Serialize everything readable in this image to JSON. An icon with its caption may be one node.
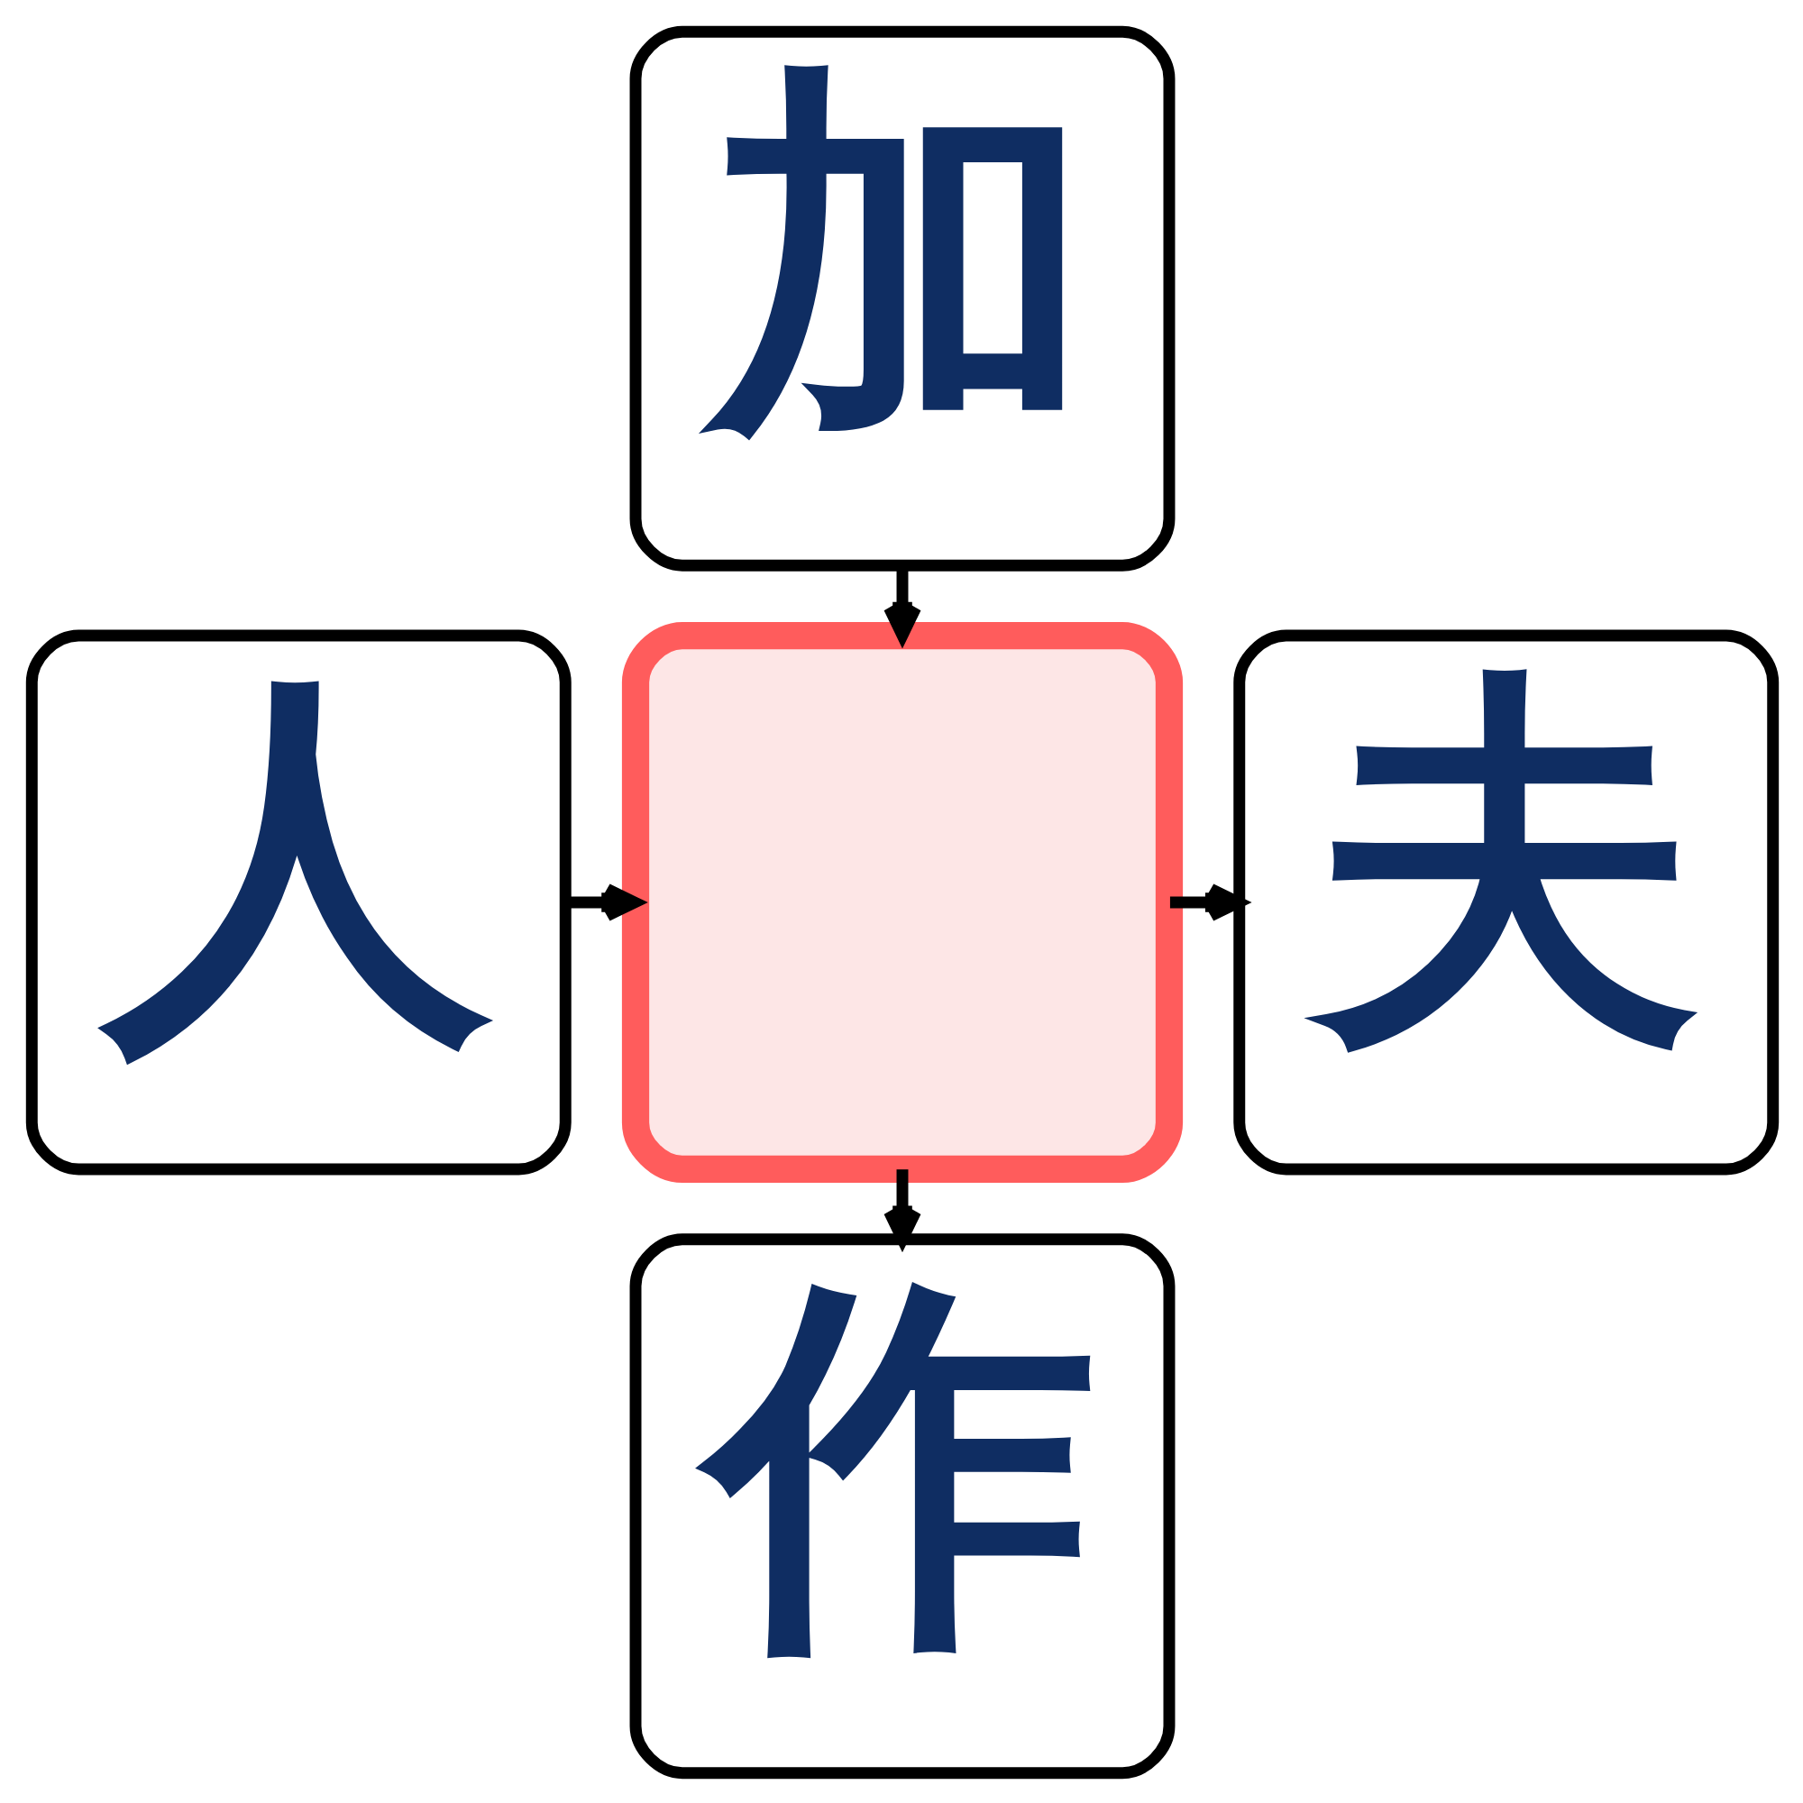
{
  "diagram": {
    "nodes": [
      {
        "text": [
          "加"
        ]
      },
      {
        "text": [
          "人"
        ]
      },
      {
        "text": [],
        "shape": "box"
      },
      {
        "text": [
          "夫"
        ]
      },
      {
        "text": [
          "作"
        ]
      }
    ],
    "edges": [
      {
        "from": 0,
        "to": 2,
        "arrow": "to"
      },
      {
        "from": 1,
        "to": 2,
        "arrow": "to"
      },
      {
        "from": 2,
        "to": 3,
        "arrow": "to"
      },
      {
        "from": 2,
        "to": 4,
        "arrow": "to"
      }
    ]
  }
}
